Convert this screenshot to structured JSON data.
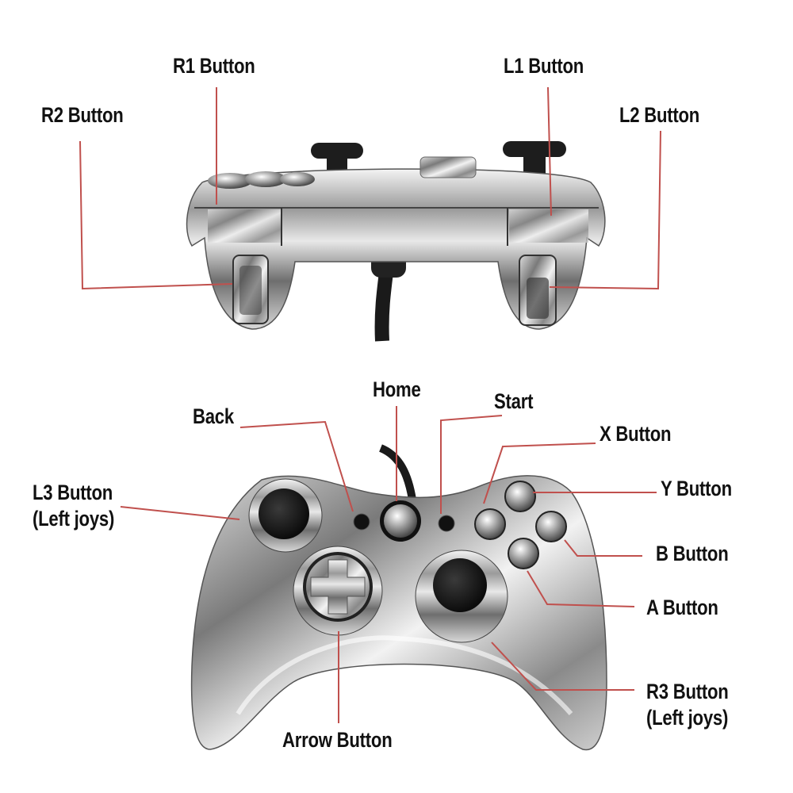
{
  "diagram": {
    "leader_color": "#c0504d",
    "top_view": {
      "labels": [
        {
          "id": "r1",
          "text": "R1 Button"
        },
        {
          "id": "r2",
          "text": "R2 Button"
        },
        {
          "id": "l1",
          "text": "L1 Button"
        },
        {
          "id": "l2",
          "text": "L2 Button"
        }
      ]
    },
    "front_view": {
      "labels": [
        {
          "id": "home",
          "text": "Home"
        },
        {
          "id": "back",
          "text": "Back"
        },
        {
          "id": "start",
          "text": "Start"
        },
        {
          "id": "x",
          "text": "X Button"
        },
        {
          "id": "y",
          "text": "Y Button"
        },
        {
          "id": "l3",
          "text": "L3 Button",
          "sub": "(Left joys)"
        },
        {
          "id": "b",
          "text": "B Button"
        },
        {
          "id": "a",
          "text": "A Button"
        },
        {
          "id": "r3",
          "text": "R3 Button",
          "sub": "(Left joys)"
        },
        {
          "id": "arrow",
          "text": "Arrow Button"
        }
      ]
    }
  }
}
